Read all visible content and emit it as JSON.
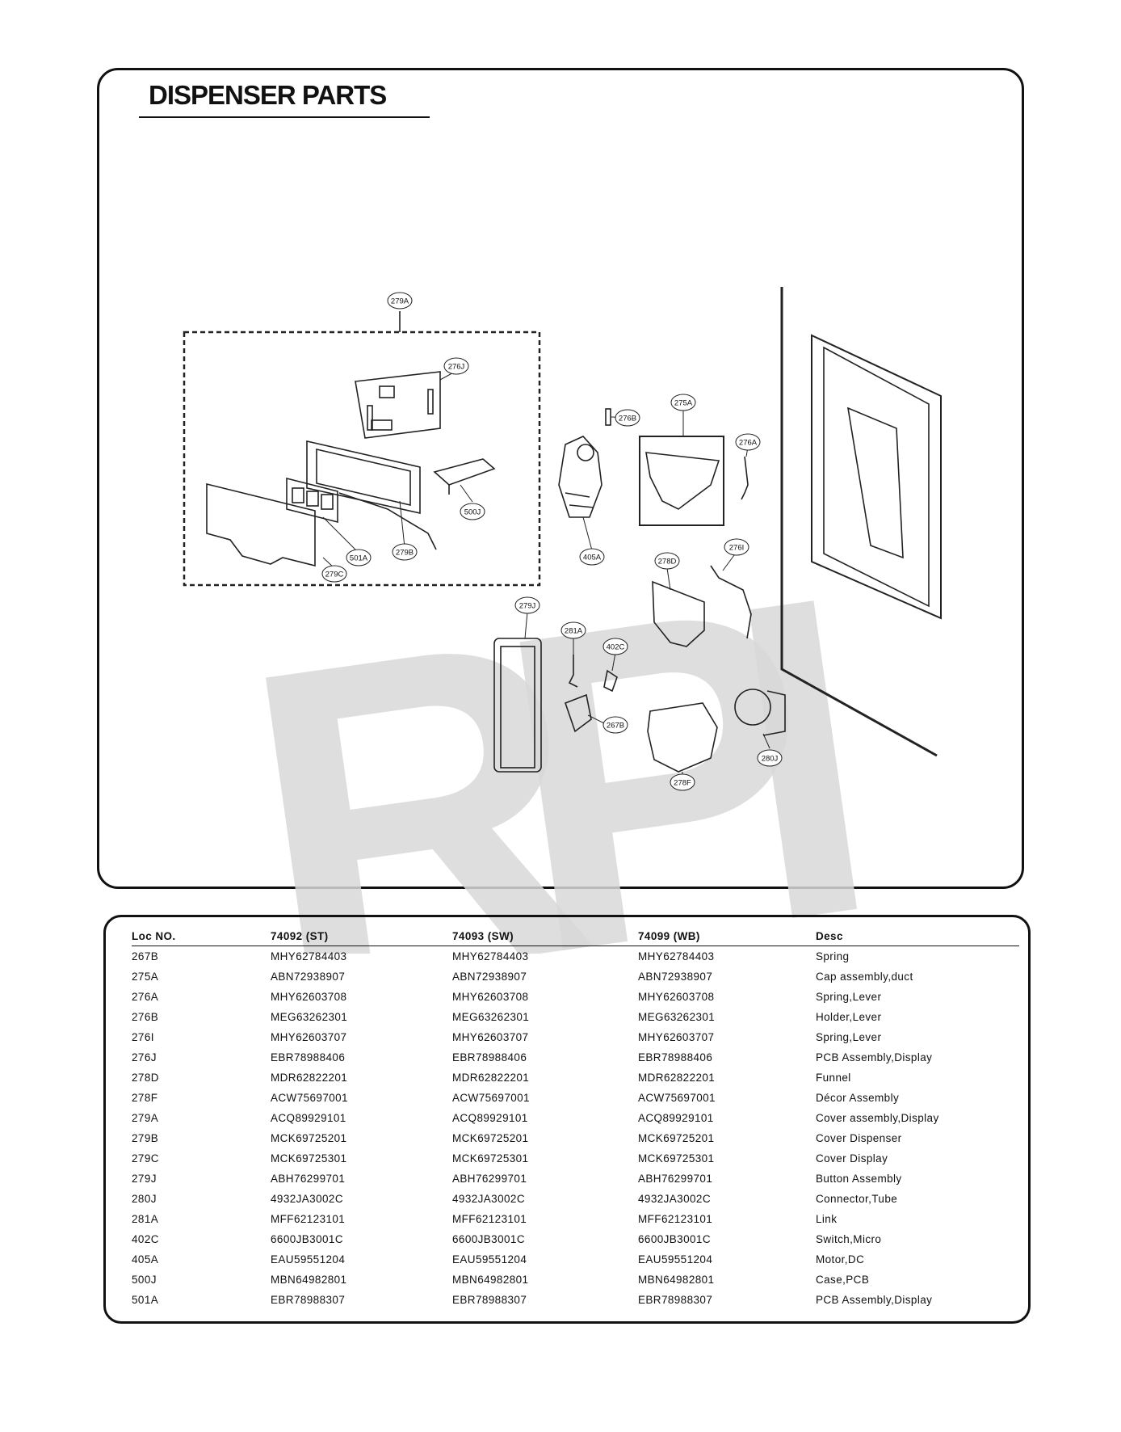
{
  "section_title": "DISPENSER PARTS",
  "watermark_text": "RPI",
  "callouts": [
    "279A",
    "276J",
    "275A",
    "276B",
    "276A",
    "500J",
    "501A",
    "279B",
    "279C",
    "405A",
    "278D",
    "276I",
    "279J",
    "281A",
    "402C",
    "267B",
    "278F",
    "280J"
  ],
  "table": {
    "headers": [
      "Loc NO.",
      "74092 (ST)",
      "74093 (SW)",
      "74099 (WB)",
      "Desc"
    ],
    "rows": [
      [
        "267B",
        "MHY62784403",
        "MHY62784403",
        "MHY62784403",
        "Spring"
      ],
      [
        "275A",
        "ABN72938907",
        "ABN72938907",
        "ABN72938907",
        "Cap assembly,duct"
      ],
      [
        "276A",
        "MHY62603708",
        "MHY62603708",
        "MHY62603708",
        "Spring,Lever"
      ],
      [
        "276B",
        "MEG63262301",
        "MEG63262301",
        "MEG63262301",
        "Holder,Lever"
      ],
      [
        "276I",
        "MHY62603707",
        "MHY62603707",
        "MHY62603707",
        "Spring,Lever"
      ],
      [
        "276J",
        "EBR78988406",
        "EBR78988406",
        "EBR78988406",
        "PCB Assembly,Display"
      ],
      [
        "278D",
        "MDR62822201",
        "MDR62822201",
        "MDR62822201",
        "Funnel"
      ],
      [
        "278F",
        "ACW75697001",
        "ACW75697001",
        "ACW75697001",
        "Décor Assembly"
      ],
      [
        "279A",
        "ACQ89929101",
        "ACQ89929101",
        "ACQ89929101",
        "Cover assembly,Display"
      ],
      [
        "279B",
        "MCK69725201",
        "MCK69725201",
        "MCK69725201",
        "Cover Dispenser"
      ],
      [
        "279C",
        "MCK69725301",
        "MCK69725301",
        "MCK69725301",
        "Cover Display"
      ],
      [
        "279J",
        "ABH76299701",
        "ABH76299701",
        "ABH76299701",
        "Button Assembly"
      ],
      [
        "280J",
        "4932JA3002C",
        "4932JA3002C",
        "4932JA3002C",
        "Connector,Tube"
      ],
      [
        "281A",
        "MFF62123101",
        "MFF62123101",
        "MFF62123101",
        "Link"
      ],
      [
        "402C",
        "6600JB3001C",
        "6600JB3001C",
        "6600JB3001C",
        "Switch,Micro"
      ],
      [
        "405A",
        "EAU59551204",
        "EAU59551204",
        "EAU59551204",
        "Motor,DC"
      ],
      [
        "500J",
        "MBN64982801",
        "MBN64982801",
        "MBN64982801",
        "Case,PCB"
      ],
      [
        "501A",
        "EBR78988307",
        "EBR78988307",
        "EBR78988307",
        "PCB Assembly,Display"
      ]
    ]
  }
}
